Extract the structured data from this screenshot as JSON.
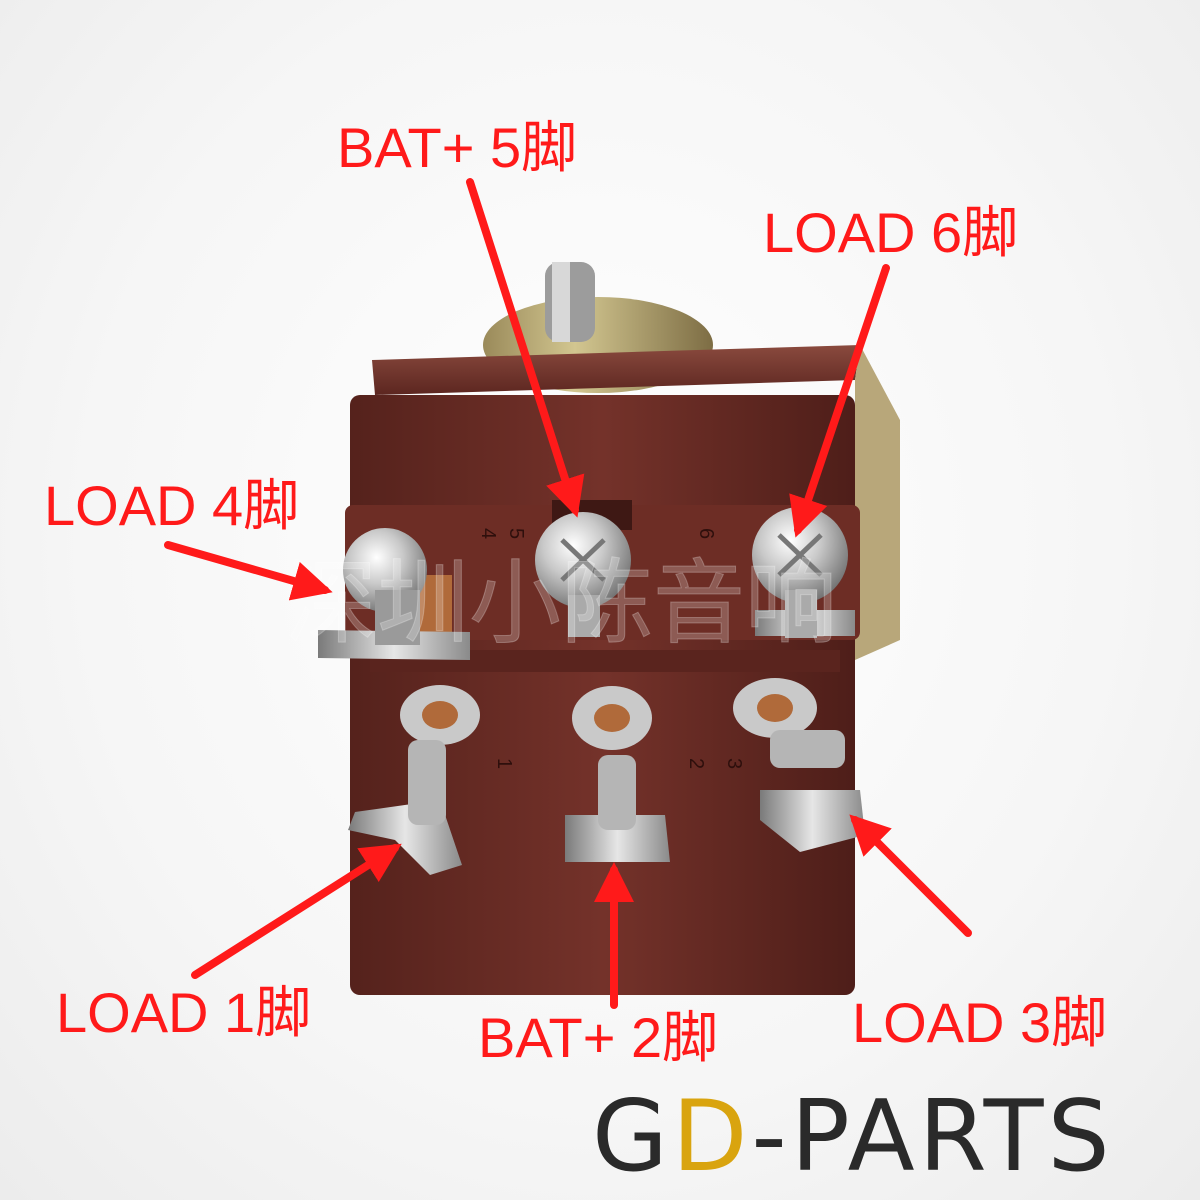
{
  "labels": {
    "bat_top": "BAT+ 5脚",
    "load_6": "LOAD 6脚",
    "load_4": "LOAD 4脚",
    "load_1": "LOAD 1脚",
    "bat_bottom": "BAT+  2脚",
    "load_3": "LOAD 3脚"
  },
  "watermark": "深圳小陈音响",
  "pin_numbers": {
    "top": [
      "4",
      "5",
      "6"
    ],
    "bottom": [
      "1",
      "2",
      "3"
    ]
  },
  "logo": {
    "part1": "G",
    "part2": "D",
    "part3": "-PARTS"
  },
  "colors": {
    "label": "#ff1a1a",
    "arrow": "#ff1a1a",
    "body": "#6a2c24",
    "logo_dark": "#2a2a2a",
    "logo_gold": "#d9a40f"
  }
}
